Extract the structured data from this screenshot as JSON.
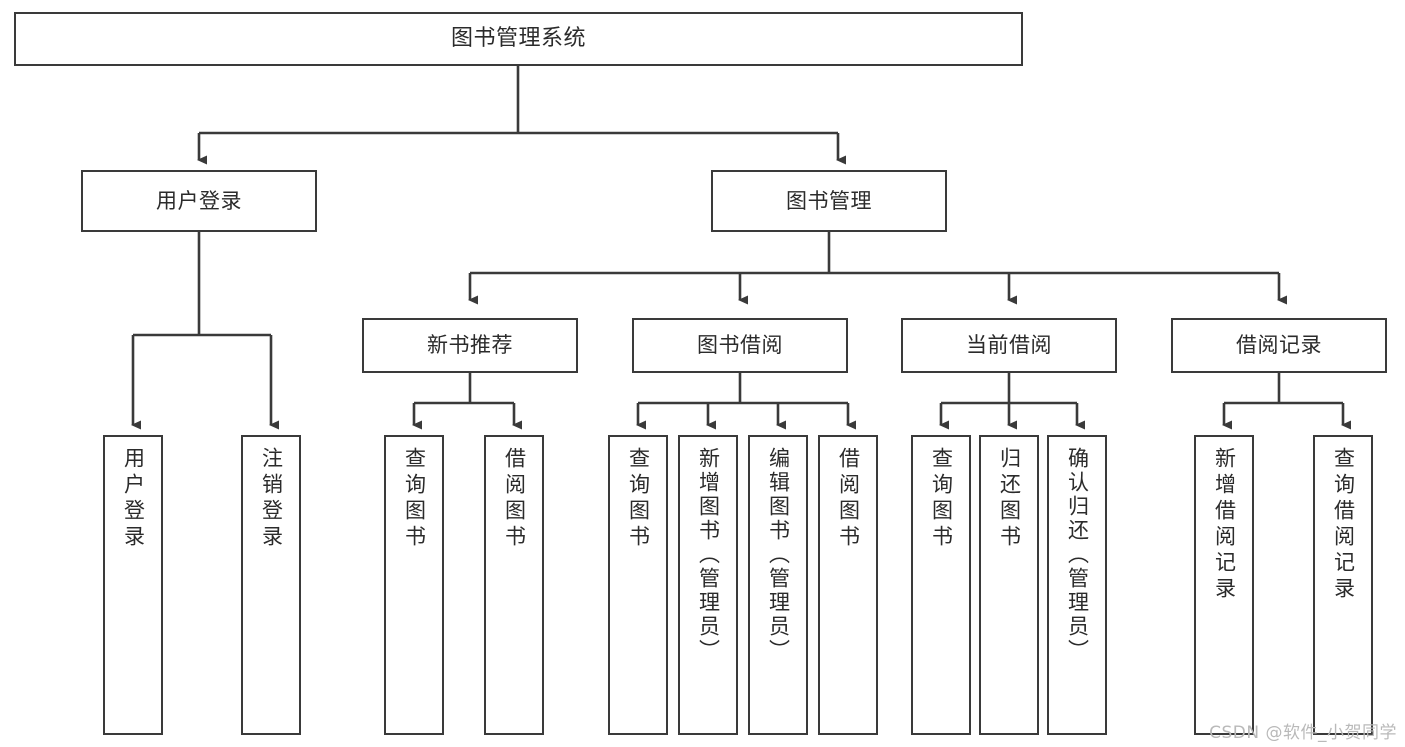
{
  "diagram": {
    "title": "图书管理系统",
    "type": "tree",
    "watermark": "CSDN @软件_小贺同学",
    "colors": {
      "background": "#ffffff",
      "box_border": "#3a3a3a",
      "box_fill": "#ffffff",
      "text": "#2b2b2b",
      "connector": "#3a3a3a",
      "watermark": "#b9b9b9"
    },
    "root": {
      "label": "图书管理系统"
    },
    "level2": [
      {
        "label": "用户登录"
      },
      {
        "label": "图书管理"
      }
    ],
    "level3": [
      {
        "label": "新书推荐"
      },
      {
        "label": "图书借阅"
      },
      {
        "label": "当前借阅"
      },
      {
        "label": "借阅记录"
      }
    ],
    "leaves": {
      "user_login": [
        {
          "label": "用户登录"
        },
        {
          "label": "注销登录"
        }
      ],
      "new_book": [
        {
          "label": "查询图书"
        },
        {
          "label": "借阅图书"
        }
      ],
      "book_borrow": [
        {
          "label": "查询图书"
        },
        {
          "label": "新增图书（管理员）"
        },
        {
          "label": "编辑图书（管理员）"
        },
        {
          "label": "借阅图书"
        }
      ],
      "current_borrow": [
        {
          "label": "查询图书"
        },
        {
          "label": "归还图书"
        },
        {
          "label": "确认归还（管理员）"
        }
      ],
      "borrow_record": [
        {
          "label": "新增借阅记录"
        },
        {
          "label": "查询借阅记录"
        }
      ]
    }
  }
}
